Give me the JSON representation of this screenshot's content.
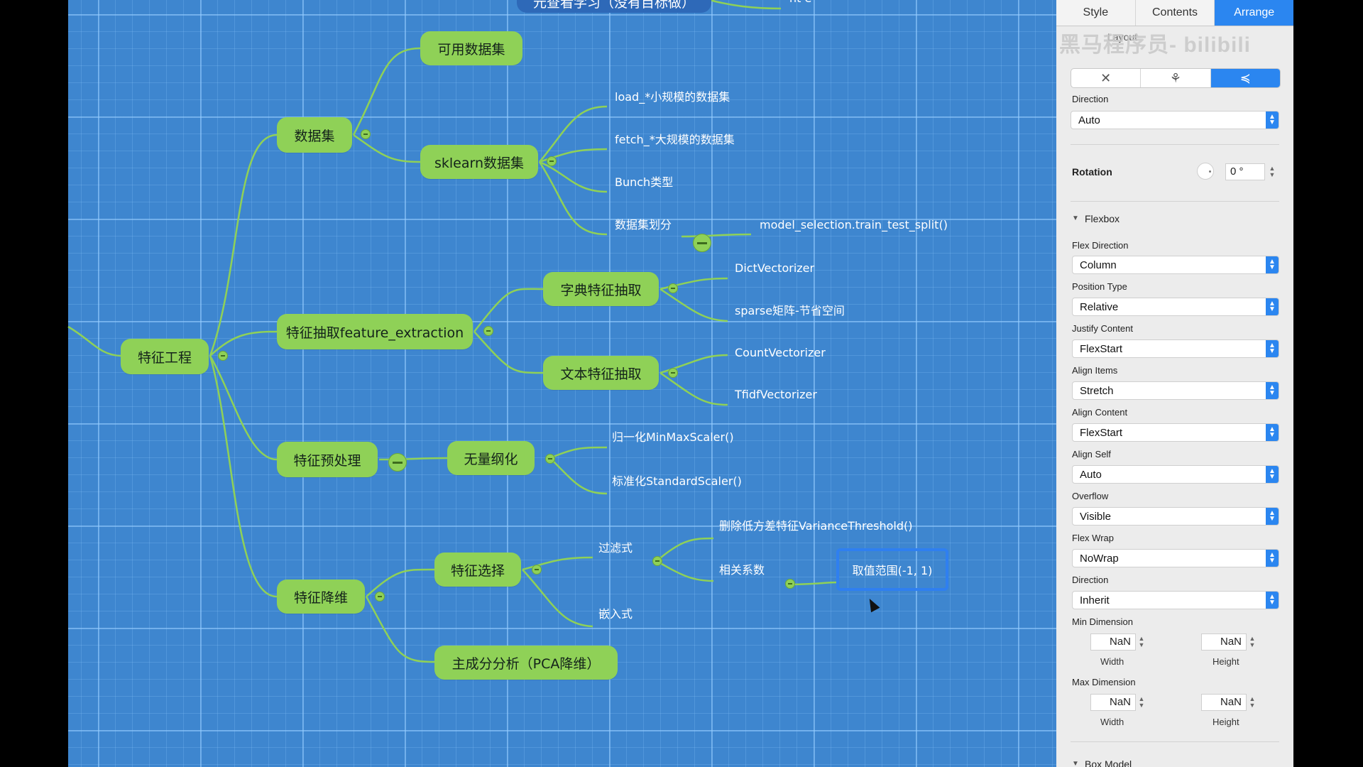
{
  "mindmap": {
    "top_topic_partial": "元查看学习（没有目标做）",
    "top_right_partial": "nt e",
    "root": "特征工程",
    "branches": {
      "dataset": "数据集",
      "available": "可用数据集",
      "sklearn": "sklearn数据集",
      "load": "load_*小规模的数据集",
      "fetch": "fetch_*大规模的数据集",
      "bunch": "Bunch类型",
      "split": "数据集划分",
      "split_fn": "model_selection.train_test_split()",
      "extraction": "特征抽取feature_extraction",
      "dict_extract": "字典特征抽取",
      "dict_vec": "DictVectorizer",
      "sparse": "sparse矩阵-节省空间",
      "text_extract": "文本特征抽取",
      "count_vec": "CountVectorizer",
      "tfidf_vec": "TfidfVectorizer",
      "preprocess": "特征预处理",
      "dimensionless": "无量纲化",
      "minmax": "归一化MinMaxScaler()",
      "standard": "标准化StandardScaler()",
      "reduce": "特征降维",
      "select": "特征选择",
      "filter": "过滤式",
      "variance": "删除低方差特征VarianceThreshold()",
      "corr": "相关系数",
      "range": "取值范围(-1, 1)",
      "embedded": "嵌入式",
      "pca": "主成分分析（PCA降维）"
    },
    "colors": {
      "canvas": "#3e86cf",
      "topic": "#8fd157",
      "line": "#8fd157",
      "selection": "#2f7ff0"
    }
  },
  "panel": {
    "tabs": [
      "Style",
      "Contents",
      "Arrange"
    ],
    "active_tab": "Arrange",
    "watermark": "黑马程序员- bilibili",
    "layout_label_partial": "Layout",
    "layout_icons": [
      "map-layout-icon",
      "tree-layout-icon",
      "logic-layout-icon"
    ],
    "direction_label": "Direction",
    "direction_value": "Auto",
    "rotation_label": "Rotation",
    "rotation_value": "0 °",
    "flexbox_label": "Flexbox",
    "flex_direction_label": "Flex Direction",
    "flex_direction_value": "Column",
    "position_type_label": "Position Type",
    "position_type_value": "Relative",
    "justify_label": "Justify Content",
    "justify_value": "FlexStart",
    "align_items_label": "Align Items",
    "align_items_value": "Stretch",
    "align_content_label": "Align Content",
    "align_content_value": "FlexStart",
    "align_self_label": "Align Self",
    "align_self_value": "Auto",
    "overflow_label": "Overflow",
    "overflow_value": "Visible",
    "flex_wrap_label": "Flex Wrap",
    "flex_wrap_value": "NoWrap",
    "direction2_label": "Direction",
    "direction2_value": "Inherit",
    "min_dim_label": "Min Dimension",
    "max_dim_label": "Max Dimension",
    "min_width": "NaN",
    "min_height": "NaN",
    "max_width": "NaN",
    "max_height": "NaN",
    "width_label": "Width",
    "height_label": "Height",
    "box_model_label": "Box Model"
  }
}
